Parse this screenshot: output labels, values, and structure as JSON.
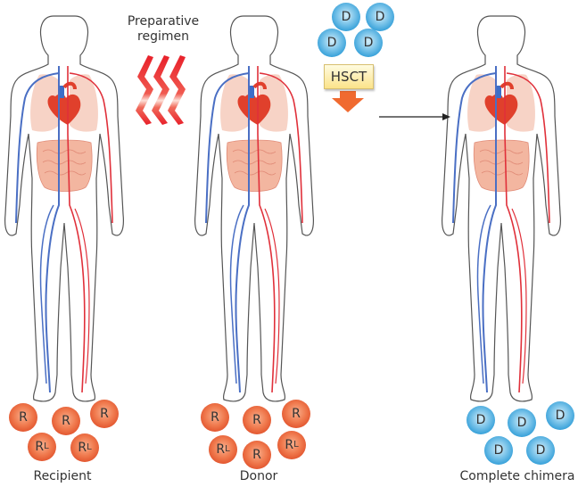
{
  "title": "Hematopoietic stem cell transplantation leading to complete chimerism",
  "panels": [
    {
      "id": "recipient",
      "label": "Recipient",
      "cells": [
        {
          "type": "R",
          "sub": ""
        },
        {
          "type": "R",
          "sub": ""
        },
        {
          "type": "R",
          "sub": ""
        },
        {
          "type": "R",
          "sub": "L"
        },
        {
          "type": "R",
          "sub": "L"
        }
      ]
    },
    {
      "id": "donor",
      "label": "Donor",
      "cells": [
        {
          "type": "R",
          "sub": ""
        },
        {
          "type": "R",
          "sub": ""
        },
        {
          "type": "R",
          "sub": ""
        },
        {
          "type": "R",
          "sub": "L"
        },
        {
          "type": "R",
          "sub": ""
        },
        {
          "type": "R",
          "sub": "L"
        }
      ]
    },
    {
      "id": "chimera",
      "label": "Complete chimera",
      "cells": [
        {
          "type": "D",
          "sub": ""
        },
        {
          "type": "D",
          "sub": ""
        },
        {
          "type": "D",
          "sub": ""
        },
        {
          "type": "D",
          "sub": ""
        },
        {
          "type": "D",
          "sub": ""
        }
      ]
    }
  ],
  "preparative": {
    "line1": "Preparative",
    "line2": "regimen"
  },
  "hsct": {
    "label": "HSCT",
    "donor_cells": [
      "D",
      "D",
      "D",
      "D"
    ]
  },
  "colors": {
    "recipient_cell": "#e55a32",
    "donor_cell": "#2a9ad6",
    "vein": "#4a6fc4",
    "artery": "#e0303a",
    "organ": "#f3b6a0",
    "heart": "#e0402c",
    "flame": "#e8202a",
    "hsct_box": "#fbe38a",
    "hsct_arrow": "#f06a30"
  }
}
